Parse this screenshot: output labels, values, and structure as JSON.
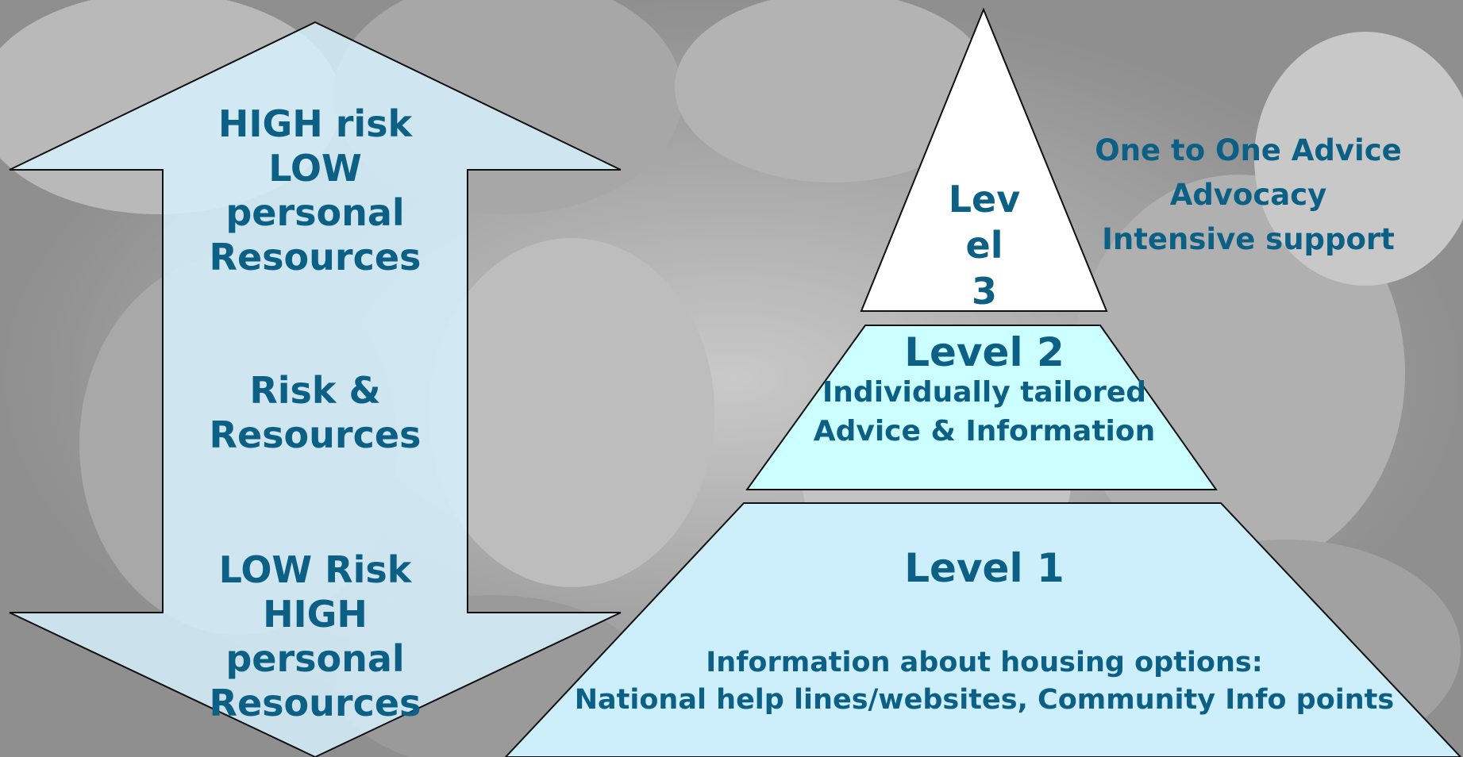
{
  "colors": {
    "text": "#0c5f85",
    "arrow_fill": "#d6f0fb",
    "level3_fill": "#ffffff",
    "level2_fill": "#ccffff",
    "level1_fill": "#cdeefb",
    "outline": "#111111"
  },
  "arrow": {
    "top_label": [
      "HIGH risk",
      "LOW",
      "personal",
      "Resources"
    ],
    "middle_label": [
      "Risk &",
      "Resources"
    ],
    "bottom_label": [
      "LOW Risk",
      "HIGH",
      "personal",
      "Resources"
    ]
  },
  "pyramid": {
    "level3": {
      "title_lines": [
        "Lev",
        "el",
        "3"
      ]
    },
    "level2": {
      "title": "Level 2",
      "description_lines": [
        "Individually tailored",
        "Advice & Information"
      ]
    },
    "level1": {
      "title": "Level 1",
      "description_lines": [
        "Information about housing options:",
        "National help lines/websites, Community Info points"
      ]
    }
  },
  "level3_services": [
    "One to One Advice",
    "Advocacy",
    "Intensive support"
  ]
}
